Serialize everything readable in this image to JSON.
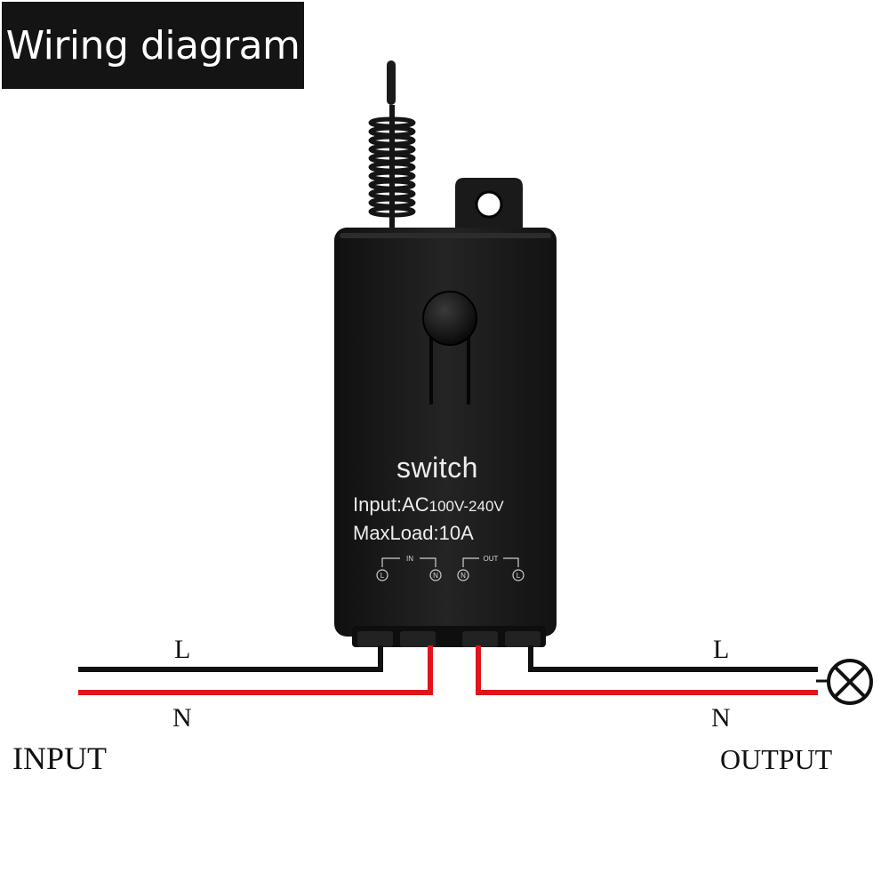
{
  "title": "Wiring diagram",
  "device": {
    "name": "switch",
    "input_prefix": "Input:AC",
    "input_rating": "100V-240V",
    "max_load": "MaxLoad:10A",
    "terminal_groups": [
      "IN",
      "OUT"
    ],
    "terminals": [
      "L",
      "N",
      "N",
      "L"
    ]
  },
  "input_side": {
    "label": "INPUT",
    "live": "L",
    "neutral": "N"
  },
  "output_side": {
    "label": "OUTPUT",
    "live": "L",
    "neutral": "N"
  },
  "colors": {
    "live_wire": "#111111",
    "neutral_wire": "#e0141a",
    "device_body": "#1b1b1b"
  },
  "icons": [
    "antenna-coil-icon",
    "mounting-tab-icon",
    "pairing-button-icon",
    "lamp-icon"
  ]
}
